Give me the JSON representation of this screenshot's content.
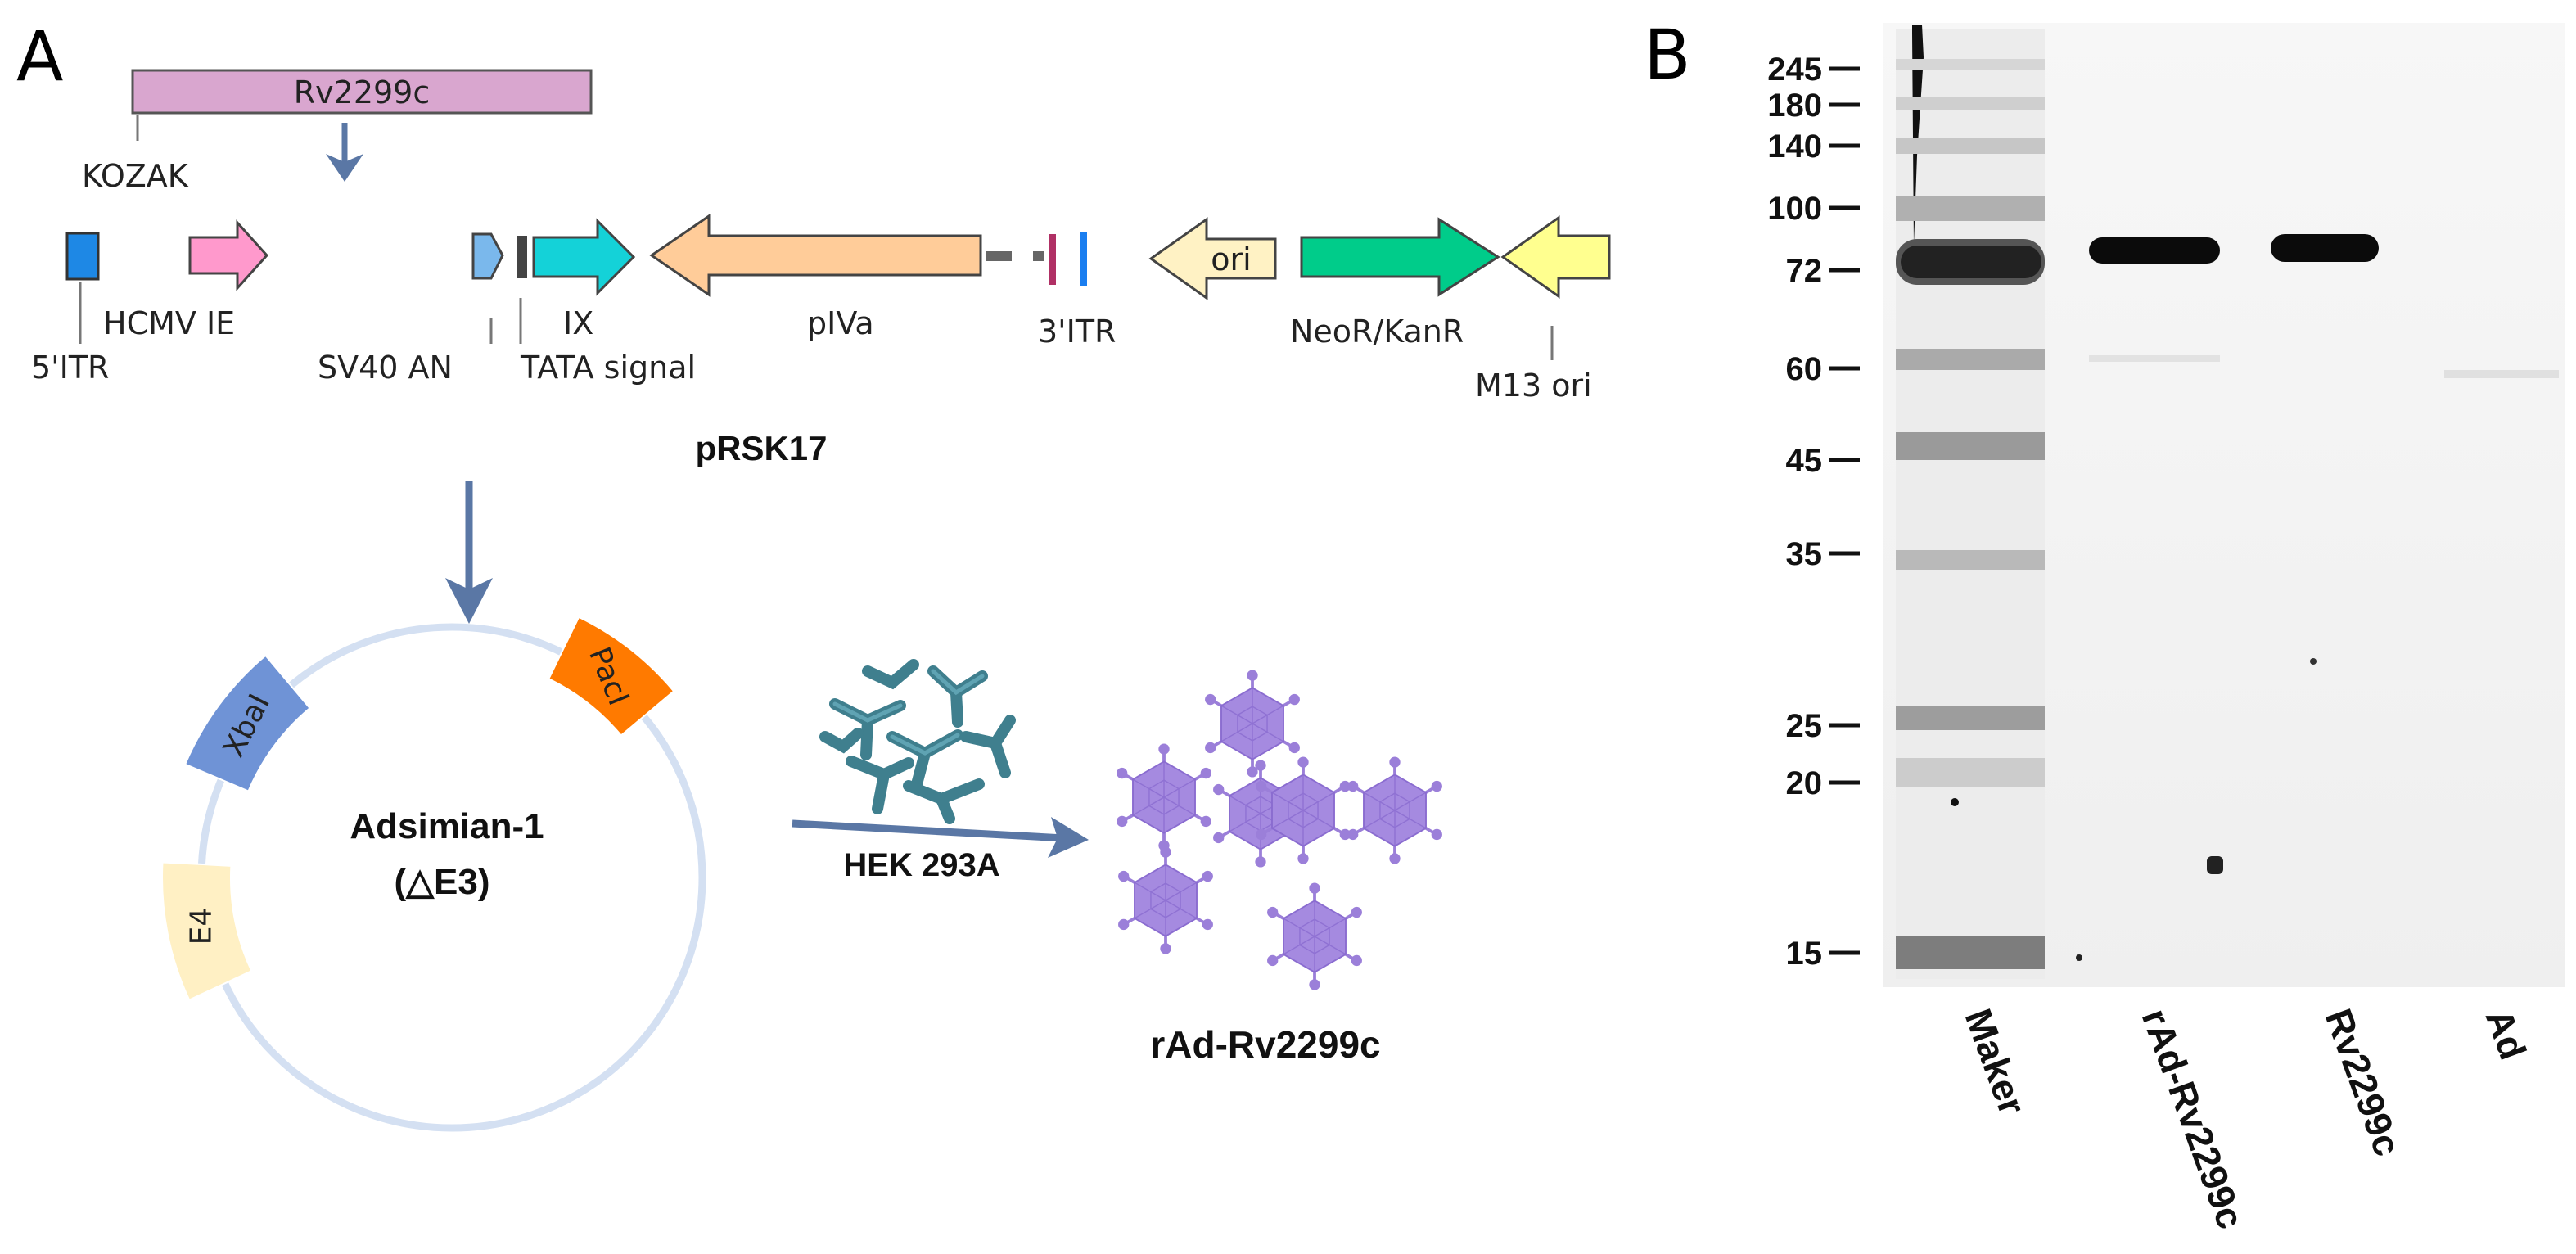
{
  "panel_a": {
    "letter": "A",
    "insert": {
      "name": "Rv2299c",
      "kozak": "KOZAK"
    },
    "features": {
      "itr5": "5'ITR",
      "hcmv": "HCMV IE",
      "sv40": "SV40 AN",
      "tata": "TATA signal",
      "ix": "IX",
      "piva": "pIVa",
      "itr3": "3'ITR",
      "ori": "ori",
      "neor": "NeoR/KanR",
      "m13": "M13 ori"
    },
    "plasmid_name": "pRSK17",
    "backbone": {
      "name_line1": "Adsimian-1",
      "name_line2": "(△E3)",
      "segments": {
        "xbai": "XbaI",
        "e4": "E4",
        "paci": "PacI"
      }
    },
    "cell_line": "HEK 293A",
    "product": "rAd-Rv2299c",
    "colors": {
      "insert": "#d9a6cf",
      "itr": "#1e88e5",
      "hcmv": "#ff99cc",
      "sv40": "#7ab8ec",
      "ix": "#14d2d8",
      "piva": "#ffcc99",
      "itr3_bar1": "#b03065",
      "itr3_bar2": "#1a7ef0",
      "ori": "#fff2c4",
      "neor": "#00cc8a",
      "m13": "#ffff8f",
      "xbai": "#6f93d6",
      "e4": "#fff0c4",
      "paci": "#ff7a00",
      "arrow": "#5a77a5",
      "virus": "#9b7fd9"
    }
  },
  "panel_b": {
    "letter": "B",
    "markers_kda": [
      "245",
      "180",
      "140",
      "100",
      "72",
      "60",
      "45",
      "35",
      "25",
      "20",
      "15"
    ],
    "lanes": [
      "Maker",
      "rAd-Rv2299c",
      "Rv2299c",
      "Ad"
    ]
  }
}
